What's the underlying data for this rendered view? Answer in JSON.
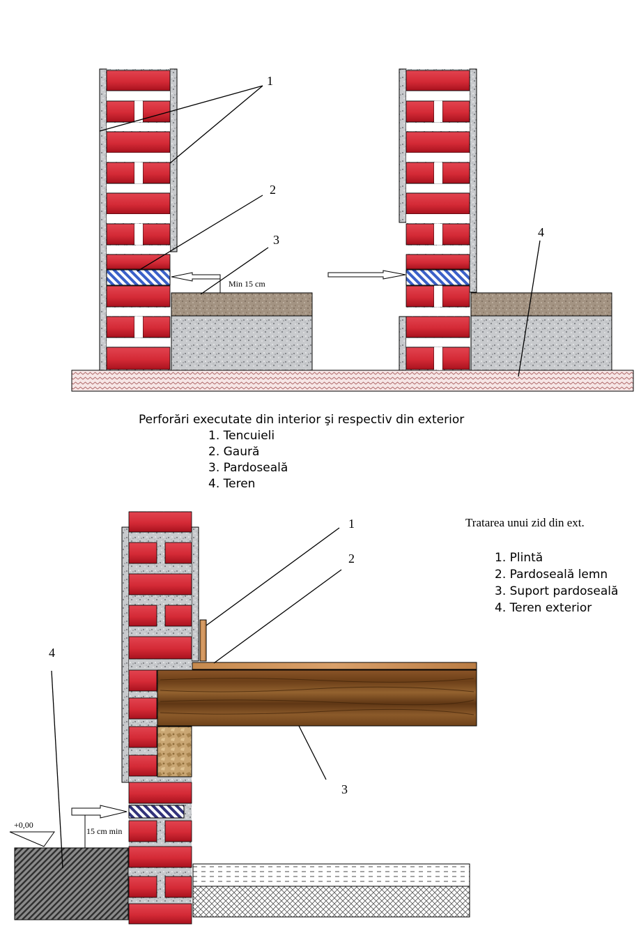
{
  "top_diagram": {
    "callouts": [
      "1",
      "2",
      "3",
      "4"
    ],
    "dimension": "Min 15 cm",
    "caption": "Perforări executate din interior şi respectiv din exterior",
    "legend": [
      "1. Tencuieli",
      "2. Gaură",
      "3. Pardoseală",
      "4. Teren"
    ]
  },
  "bottom_diagram": {
    "title": "Tratarea unui zid din ext.",
    "callouts": [
      "1",
      "2",
      "3",
      "4"
    ],
    "level_mark": "+0,00",
    "dimension": "15 cm min",
    "legend": [
      "1. Plintă",
      "2. Pardoseală  lemn",
      "3. Suport pardoseală",
      "4. Teren exterior"
    ]
  },
  "colors": {
    "brick": "#d42a36",
    "plaster": "#aeb0b4",
    "gravel": "#a09080",
    "concrete": "#c4c6ca",
    "wood": "#7a4a22",
    "hatch_blue": "#3a60c8",
    "ground": "#f3dede"
  }
}
